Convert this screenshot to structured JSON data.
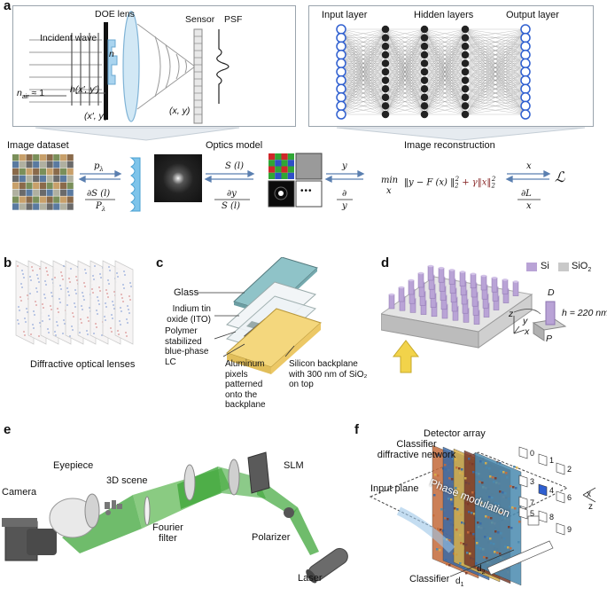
{
  "panels": {
    "a": "a",
    "b": "b",
    "c": "c",
    "d": "d",
    "e": "e",
    "f": "f"
  },
  "panel_a": {
    "doe_lens": "DOE lens",
    "sensor": "Sensor",
    "psf": "PSF",
    "incident_wave": "Incident wave",
    "n": "n",
    "n_air": "n",
    "n_air_sub": "air",
    "n_air_val": "≈ 1",
    "h_xy": "h(x′, y′)",
    "xy_prime": "(x′, y′)",
    "xy": "(x, y)",
    "input_layer": "Input layer",
    "hidden_layers": "Hidden layers",
    "output_layer": "Output layer",
    "image_dataset": "Image dataset",
    "optics_model": "Optics model",
    "image_reconstruction": "Image reconstruction",
    "p_lambda": "p",
    "p_lambda_sub": "λ",
    "dS_num": "∂S (l)",
    "dS_den": "P",
    "dS_den_sub": "λ",
    "S_l": "S (l)",
    "dy_num": "∂y",
    "dy_den": "S (l)",
    "y": "y",
    "dy2_num": "∂",
    "dy2_den": "y",
    "loss_min": "min",
    "loss_x": "x",
    "loss_expr": "‖y − F (x) ‖",
    "loss_reg": "+ γ‖x‖",
    "x_arrow": "x",
    "dL_num": "∂L",
    "dL_den": "x",
    "L": "ℒ",
    "dots": "•••"
  },
  "panel_b": {
    "caption": "Diffractive optical lenses"
  },
  "panel_c": {
    "glass": "Glass",
    "ito": "Indium tin\noxide (ITO)",
    "polymer": "Polymer\nstabilized\nblue-phase\nLC",
    "aluminum": "Aluminum\npixels\npatterned\nonto the\nbackplane",
    "silicon": "Silicon backplane\nwith 300 nm of SiO₂\non top"
  },
  "panel_d": {
    "si": "Si",
    "sio2": "SiO",
    "sio2_sub": "2",
    "D": "D",
    "h": "h = 220 nm",
    "P": "P",
    "z": "z",
    "y": "y",
    "x": "x"
  },
  "panel_e": {
    "camera": "Camera",
    "eyepiece": "Eyepiece",
    "scene": "3D scene",
    "fourier": "Fourier\nfilter",
    "slm": "SLM",
    "polarizer": "Polarizer",
    "laser": "Laser"
  },
  "panel_f": {
    "detector_array": "Detector array",
    "classifier_net": "Classifier\ndiffractive network",
    "input_plane": "Input plane",
    "phase_mod": "Phase modulation",
    "classifier": "Classifier",
    "d1": "d",
    "d1_sub": "1",
    "d2": "d",
    "d2_sub": "2",
    "x": "x",
    "z": "z",
    "detectors": [
      "0",
      "1",
      "2",
      "3",
      "4",
      "5",
      "6",
      "7",
      "8",
      "9"
    ]
  },
  "colors": {
    "blue_lens": "#a9d4ef",
    "green_beam": "#3fa63a",
    "si_purple": "#b9a3d6",
    "sio2_gray": "#c9c9c9",
    "glass_teal": "#8fc3c8",
    "yellow": "#f4d77d",
    "nn_blue": "#2f5fd0"
  }
}
